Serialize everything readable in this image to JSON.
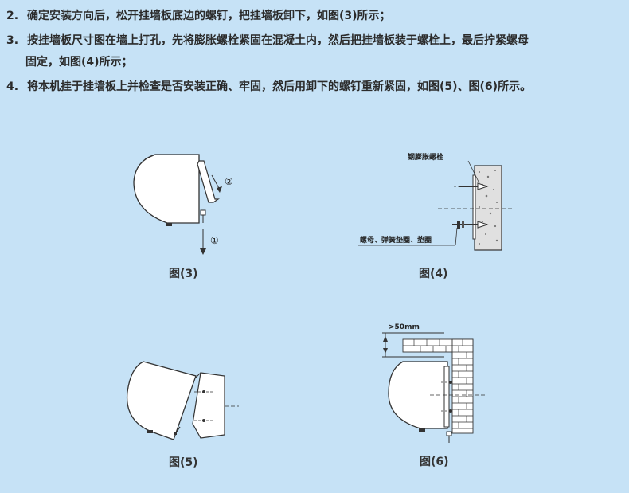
{
  "steps": [
    {
      "num": "2.",
      "text": "确定安装方向后，松开挂墙板底边的螺钉，把挂墙板卸下，如图(3)所示；"
    },
    {
      "num": "3.",
      "text": "按挂墙板尺寸图在墙上打孔，先将膨胀螺栓紧固在混凝土内，然后把挂墙板装于螺栓上，最后拧紧螺母",
      "cont": "固定，如图(4)所示；"
    },
    {
      "num": "4.",
      "text": "将本机挂于挂墙板上并检查是否安装正确、牢固，然后用卸下的螺钉重新紧固，如图(5)、图(6)所示。"
    }
  ],
  "figures": {
    "fig3": {
      "caption": "图(3)",
      "marker1": "①",
      "marker2": "②"
    },
    "fig4": {
      "caption": "图(4)",
      "label_bolt": "钢膨胀螺栓",
      "label_nut": "螺母、弹簧垫圈、垫圈"
    },
    "fig5": {
      "caption": "图(5)"
    },
    "fig6": {
      "caption": "图(6)",
      "label_clearance": ">50mm"
    }
  }
}
